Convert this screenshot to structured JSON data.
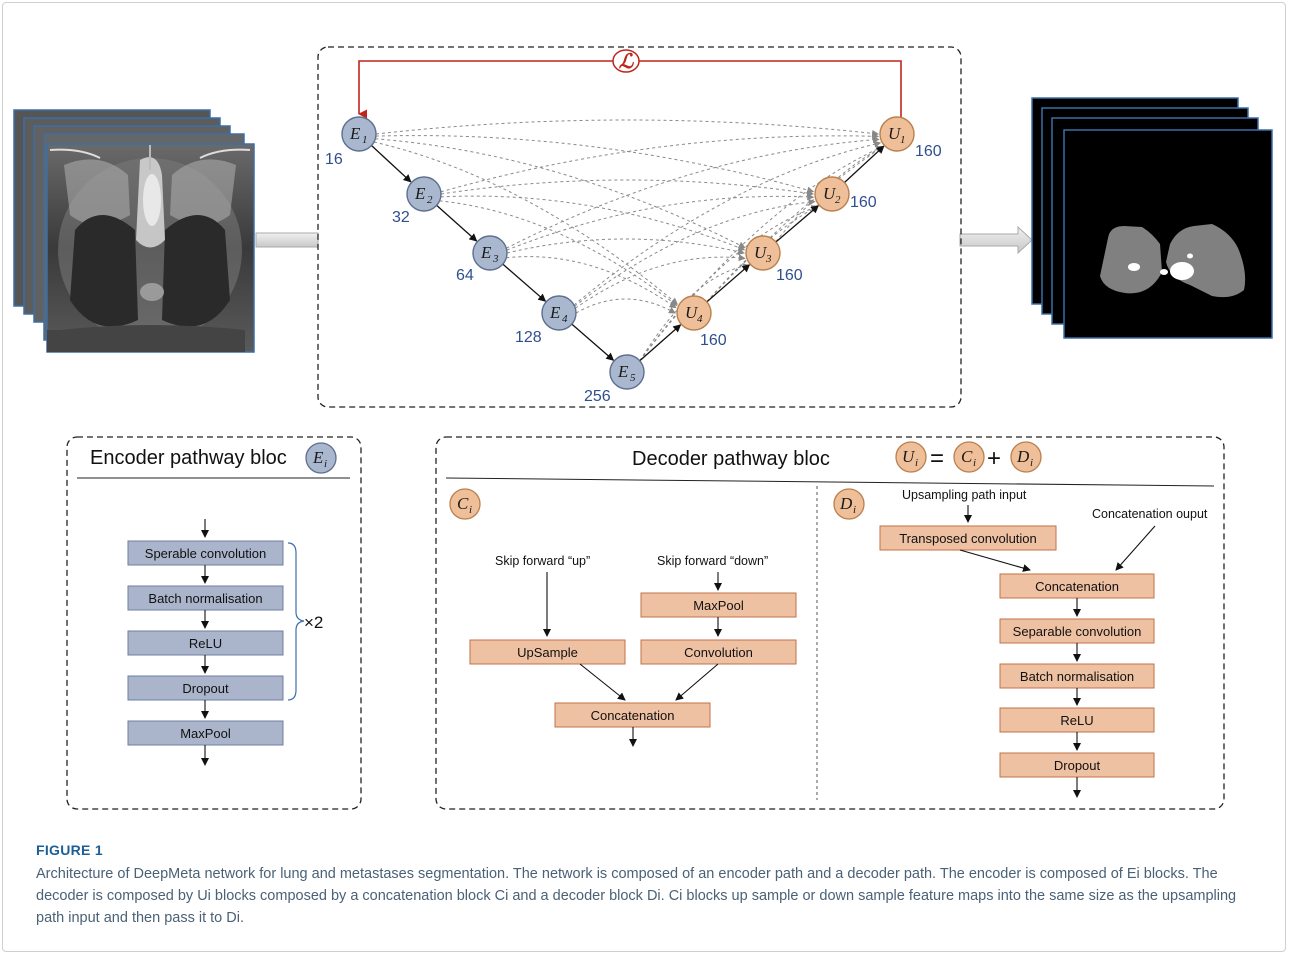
{
  "network": {
    "loss_label": "ℒ",
    "encoder_nodes": [
      {
        "base": "E",
        "sub": "1",
        "channels": "16"
      },
      {
        "base": "E",
        "sub": "2",
        "channels": "32"
      },
      {
        "base": "E",
        "sub": "3",
        "channels": "64"
      },
      {
        "base": "E",
        "sub": "4",
        "channels": "128"
      },
      {
        "base": "E",
        "sub": "5",
        "channels": "256"
      }
    ],
    "decoder_nodes": [
      {
        "base": "U",
        "sub": "1",
        "channels": "160"
      },
      {
        "base": "U",
        "sub": "2",
        "channels": "160"
      },
      {
        "base": "U",
        "sub": "3",
        "channels": "160"
      },
      {
        "base": "U",
        "sub": "4",
        "channels": "160"
      }
    ]
  },
  "encoder_bloc": {
    "title": "Encoder pathway bloc",
    "symbol": {
      "base": "E",
      "sub": "i"
    },
    "repeat_label": "×2",
    "steps": [
      "Sperable convolution",
      "Batch normalisation",
      "ReLU",
      "Dropout",
      "MaxPool"
    ]
  },
  "decoder_bloc": {
    "title": "Decoder pathway bloc",
    "equation": {
      "u": "U",
      "c": "C",
      "d": "D",
      "sub": "i",
      "eq": "=",
      "plus": "+"
    },
    "concat_panel": {
      "symbol": {
        "base": "C",
        "sub": "i"
      },
      "skip_up_label": "Skip forward “up”",
      "skip_down_label": "Skip forward “down”",
      "upsample": "UpSample",
      "maxpool": "MaxPool",
      "convolution": "Convolution",
      "concatenation": "Concatenation"
    },
    "decoder_panel": {
      "symbol": {
        "base": "D",
        "sub": "i"
      },
      "upsampling_input_label": "Upsampling path input",
      "concat_output_label": "Concatenation ouput",
      "transposed": "Transposed convolution",
      "steps": [
        "Concatenation",
        "Separable convolution",
        "Batch normalisation",
        "ReLU",
        "Dropout"
      ]
    }
  },
  "caption": {
    "title": "FIGURE 1",
    "text": "Architecture of DeepMeta network for lung and metastases segmentation. The network is composed of an encoder path and a decoder path. The encoder is composed of Ei blocks. The decoder is composed by Ui blocks composed by a concatenation block Ci and a decoder block Di. Ci blocks up sample or down sample feature maps into the same size as the upsampling path input and then pass it to Di."
  },
  "colors": {
    "encoder_node": "#a9b8cf",
    "encoder_stroke": "#5d6f8e",
    "decoder_node": "#efbf9a",
    "decoder_stroke": "#b9804e",
    "enc_box": "#aab5cb",
    "dec_box": "#efc1a3",
    "loss": "#c0241c",
    "channel_text": "#2f4f8f"
  }
}
